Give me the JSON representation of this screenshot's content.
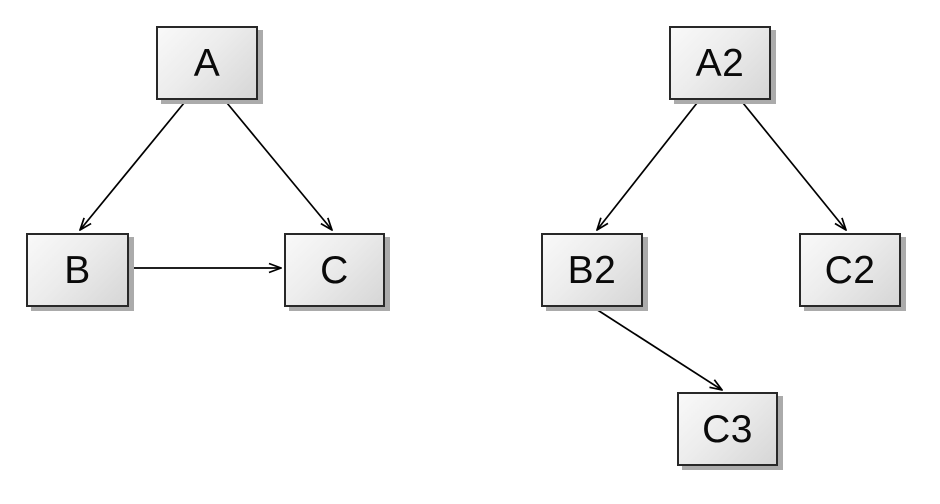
{
  "diagrams": {
    "left": {
      "nodes": [
        {
          "id": "A",
          "label": "A"
        },
        {
          "id": "B",
          "label": "B"
        },
        {
          "id": "C",
          "label": "C"
        }
      ],
      "edges": [
        {
          "from": "A",
          "to": "B",
          "directed": true
        },
        {
          "from": "A",
          "to": "C",
          "directed": true
        },
        {
          "from": "B",
          "to": "C",
          "directed": true
        }
      ]
    },
    "right": {
      "nodes": [
        {
          "id": "A2",
          "label": "A2"
        },
        {
          "id": "B2",
          "label": "B2"
        },
        {
          "id": "C2",
          "label": "C2"
        },
        {
          "id": "C3",
          "label": "C3"
        }
      ],
      "edges": [
        {
          "from": "A2",
          "to": "B2",
          "directed": true
        },
        {
          "from": "A2",
          "to": "C2",
          "directed": true
        },
        {
          "from": "B2",
          "to": "C3",
          "directed": true
        }
      ]
    }
  },
  "colors": {
    "background": "#ffffff",
    "node_fill_light": "#f9f9f9",
    "node_fill_dark": "#d6d6d6",
    "node_border": "#282828",
    "node_shadow": "#ababab",
    "edge": "#000000",
    "label": "#0a0a0a"
  }
}
